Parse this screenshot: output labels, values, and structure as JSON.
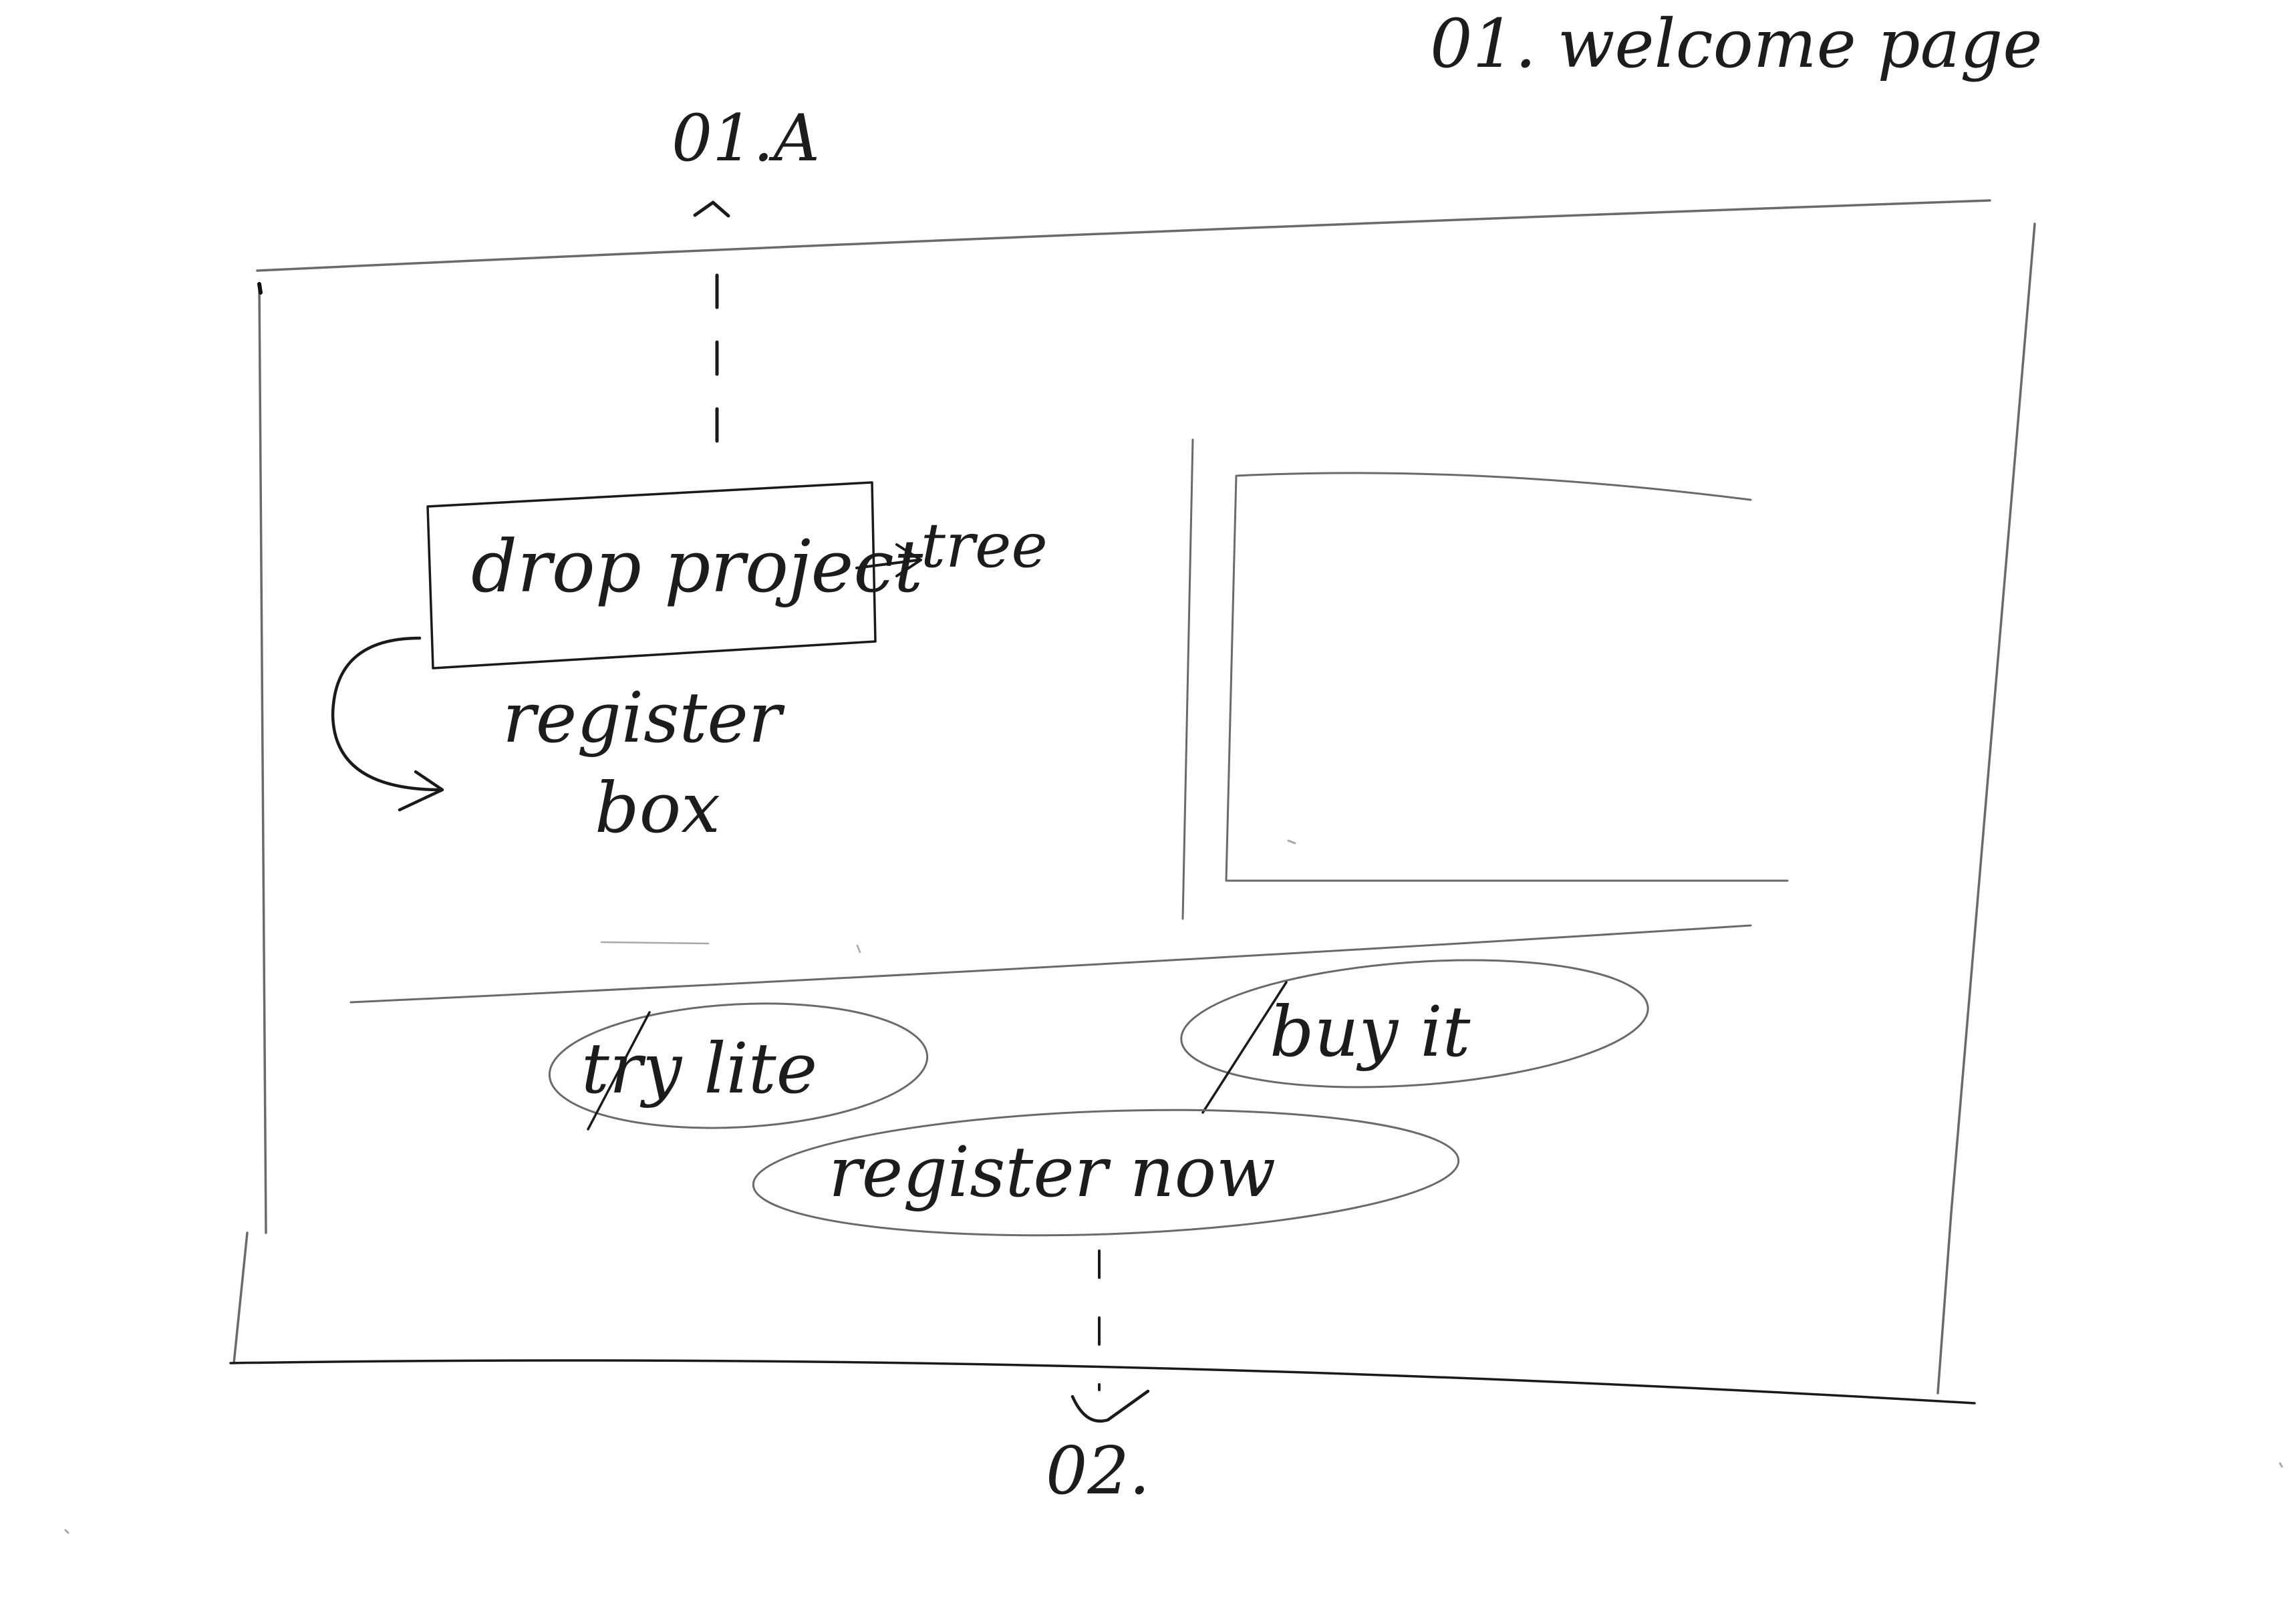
{
  "page_title": "01. welcome page",
  "top_link_label": "01.A",
  "drop_box": {
    "label": "drop project",
    "target_label": "tree",
    "note_line1": "register",
    "note_line2": "box"
  },
  "buttons": {
    "try_it": "try lite",
    "buy_it": "buy it",
    "register": "register now"
  },
  "bottom_link_label": "02."
}
